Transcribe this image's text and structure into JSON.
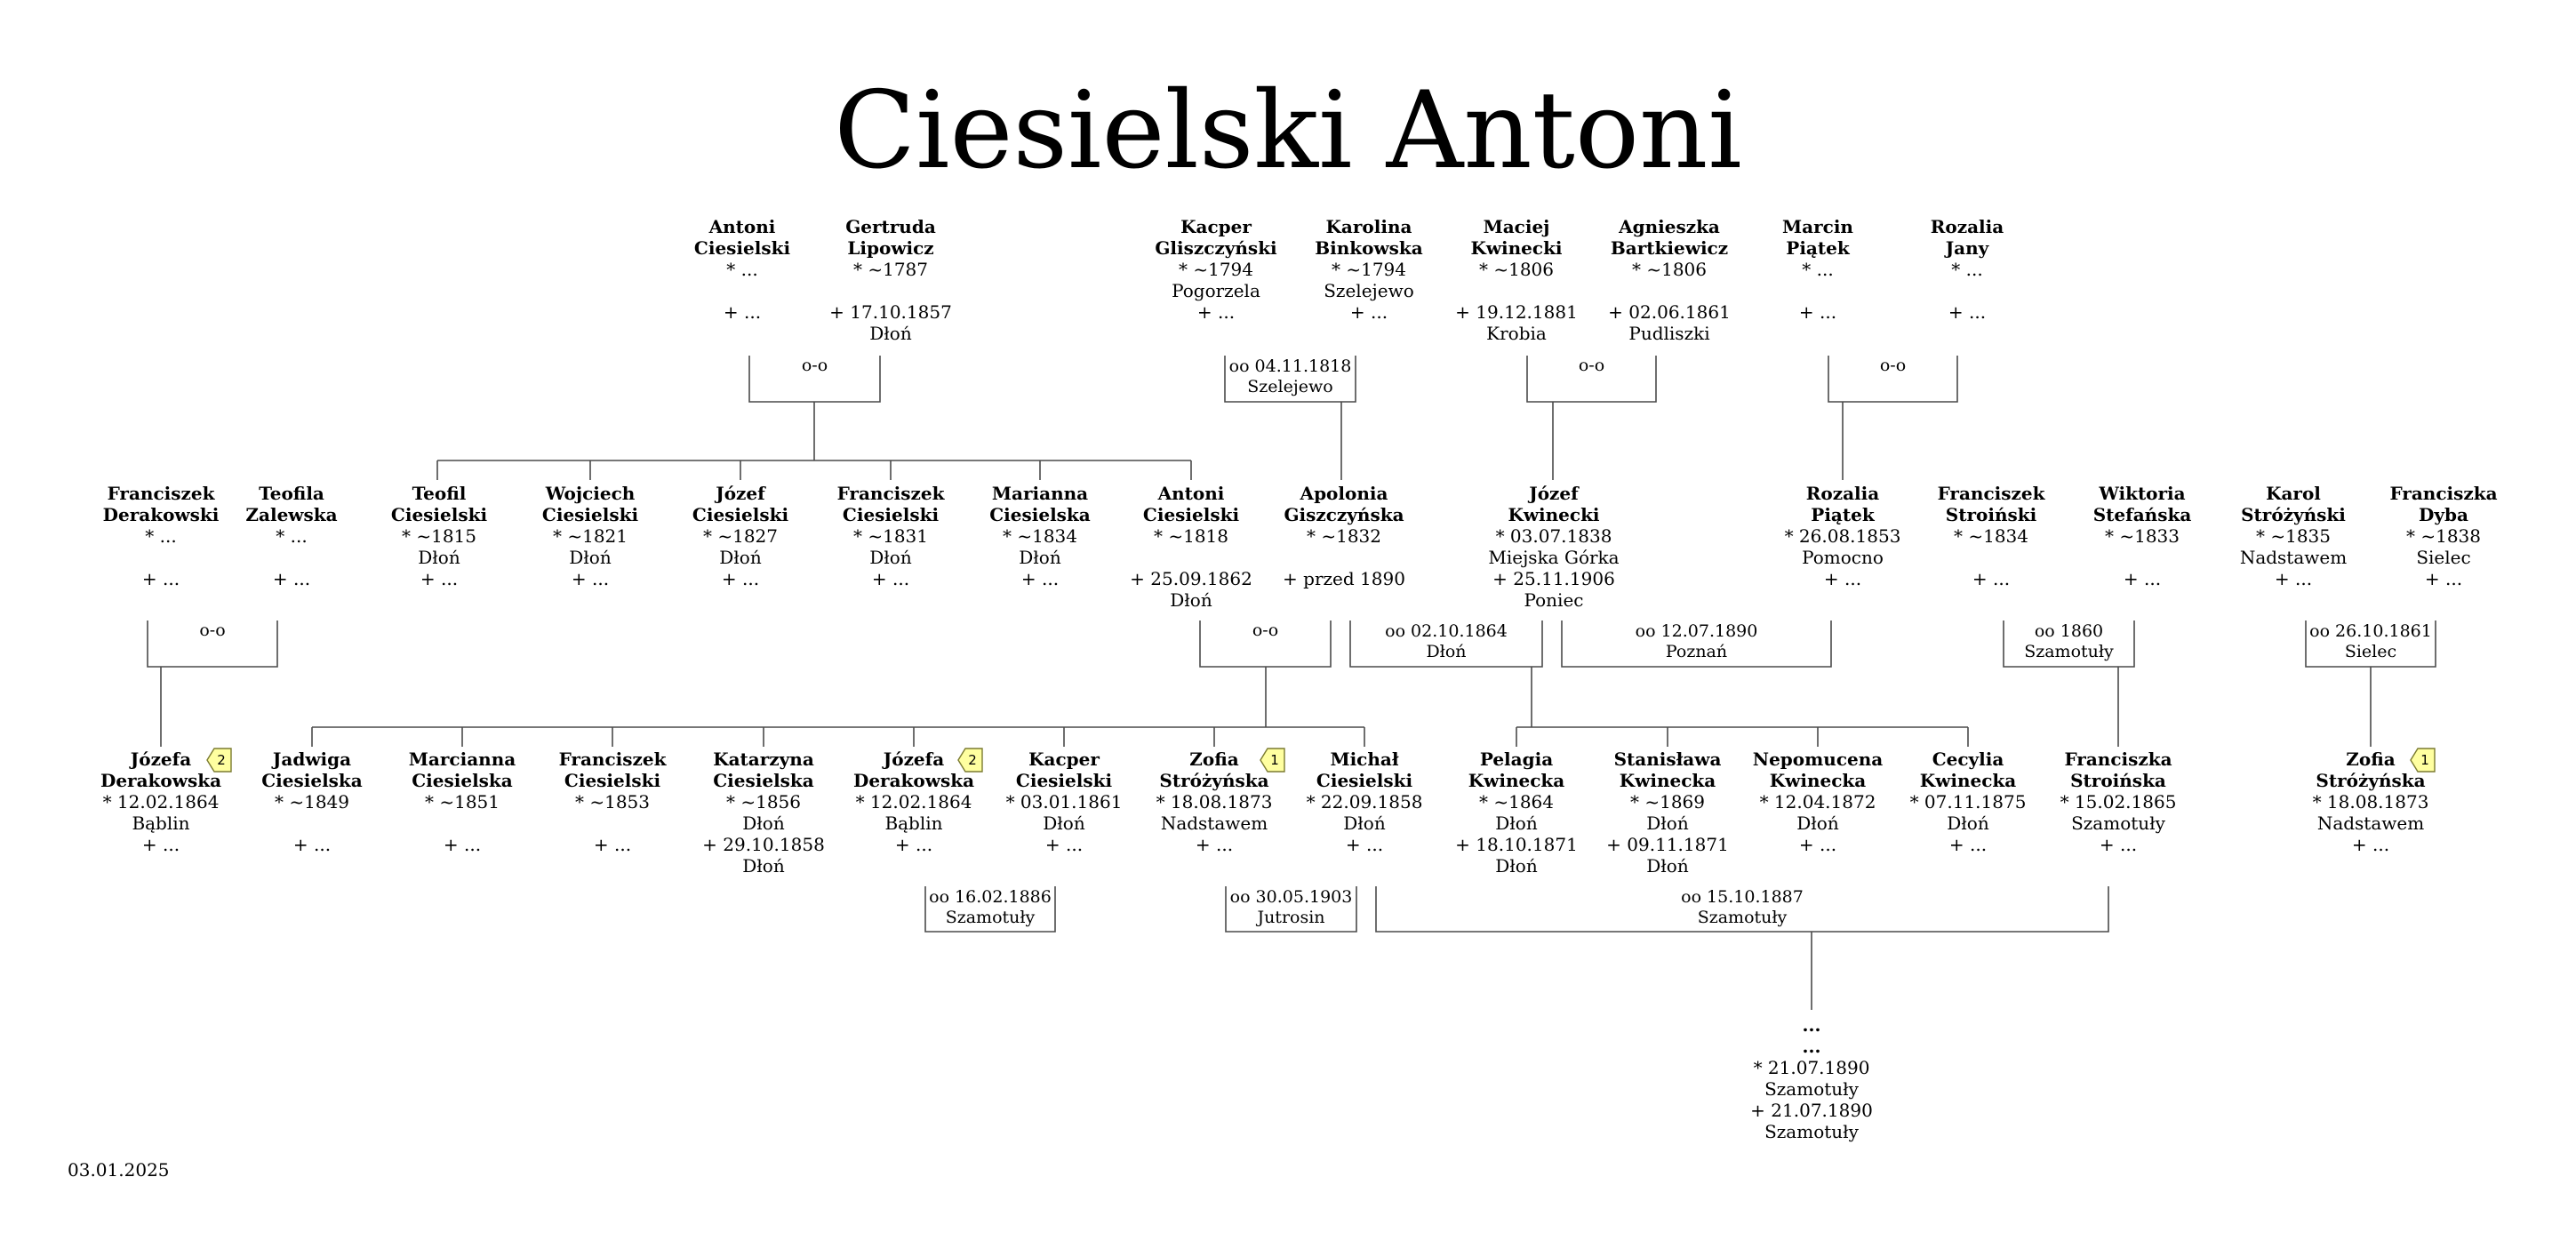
{
  "title": "Ciesielski Antoni",
  "date": "03.01.2025",
  "people": [
    {
      "id": "g1",
      "lines": [
        [
          "Antoni",
          1
        ],
        [
          "Ciesielski",
          1
        ],
        [
          "* ...",
          0
        ],
        [
          "",
          0
        ],
        [
          "+ ...",
          0
        ]
      ]
    },
    {
      "id": "g2",
      "lines": [
        [
          "Gertruda",
          1
        ],
        [
          "Lipowicz",
          1
        ],
        [
          "* ~1787",
          0
        ],
        [
          "",
          0
        ],
        [
          "+ 17.10.1857",
          0
        ],
        [
          "Dłoń",
          0
        ]
      ]
    },
    {
      "id": "g3",
      "lines": [
        [
          "Kacper",
          1
        ],
        [
          "Gliszczyński",
          1
        ],
        [
          "* ~1794",
          0
        ],
        [
          "Pogorzela",
          0
        ],
        [
          "+ ...",
          0
        ]
      ]
    },
    {
      "id": "g4",
      "lines": [
        [
          "Karolina",
          1
        ],
        [
          "Binkowska",
          1
        ],
        [
          "* ~1794",
          0
        ],
        [
          "Szelejewo",
          0
        ],
        [
          "+ ...",
          0
        ]
      ]
    },
    {
      "id": "g5",
      "lines": [
        [
          "Maciej",
          1
        ],
        [
          "Kwinecki",
          1
        ],
        [
          "* ~1806",
          0
        ],
        [
          "",
          0
        ],
        [
          "+ 19.12.1881",
          0
        ],
        [
          "Krobia",
          0
        ]
      ]
    },
    {
      "id": "g6",
      "lines": [
        [
          "Agnieszka",
          1
        ],
        [
          "Bartkiewicz",
          1
        ],
        [
          "* ~1806",
          0
        ],
        [
          "",
          0
        ],
        [
          "+ 02.06.1861",
          0
        ],
        [
          "Pudliszki",
          0
        ]
      ]
    },
    {
      "id": "g7",
      "lines": [
        [
          "Marcin",
          1
        ],
        [
          "Piątek",
          1
        ],
        [
          "* ...",
          0
        ],
        [
          "",
          0
        ],
        [
          "+ ...",
          0
        ]
      ]
    },
    {
      "id": "g8",
      "lines": [
        [
          "Rozalia",
          1
        ],
        [
          "Jany",
          1
        ],
        [
          "* ...",
          0
        ],
        [
          "",
          0
        ],
        [
          "+ ...",
          0
        ]
      ]
    },
    {
      "id": "p1",
      "lines": [
        [
          "Franciszek",
          1
        ],
        [
          "Derakowski",
          1
        ],
        [
          "* ...",
          0
        ],
        [
          "",
          0
        ],
        [
          "+ ...",
          0
        ]
      ]
    },
    {
      "id": "p2",
      "lines": [
        [
          "Teofila",
          1
        ],
        [
          "Zalewska",
          1
        ],
        [
          "* ...",
          0
        ],
        [
          "",
          0
        ],
        [
          "+ ...",
          0
        ]
      ]
    },
    {
      "id": "p3",
      "lines": [
        [
          "Teofil",
          1
        ],
        [
          "Ciesielski",
          1
        ],
        [
          "* ~1815",
          0
        ],
        [
          "Dłoń",
          0
        ],
        [
          "+ ...",
          0
        ]
      ]
    },
    {
      "id": "p4",
      "lines": [
        [
          "Wojciech",
          1
        ],
        [
          "Ciesielski",
          1
        ],
        [
          "* ~1821",
          0
        ],
        [
          "Dłoń",
          0
        ],
        [
          "+ ...",
          0
        ]
      ]
    },
    {
      "id": "p5",
      "lines": [
        [
          "Józef",
          1
        ],
        [
          "Ciesielski",
          1
        ],
        [
          "* ~1827",
          0
        ],
        [
          "Dłoń",
          0
        ],
        [
          "+ ...",
          0
        ]
      ]
    },
    {
      "id": "p6",
      "lines": [
        [
          "Franciszek",
          1
        ],
        [
          "Ciesielski",
          1
        ],
        [
          "* ~1831",
          0
        ],
        [
          "Dłoń",
          0
        ],
        [
          "+ ...",
          0
        ]
      ]
    },
    {
      "id": "p7",
      "lines": [
        [
          "Marianna",
          1
        ],
        [
          "Ciesielska",
          1
        ],
        [
          "* ~1834",
          0
        ],
        [
          "Dłoń",
          0
        ],
        [
          "+ ...",
          0
        ]
      ]
    },
    {
      "id": "p8",
      "lines": [
        [
          "Antoni",
          1
        ],
        [
          "Ciesielski",
          1
        ],
        [
          "* ~1818",
          0
        ],
        [
          "",
          0
        ],
        [
          "+ 25.09.1862",
          0
        ],
        [
          "Dłoń",
          0
        ]
      ]
    },
    {
      "id": "p9",
      "lines": [
        [
          "Apolonia",
          1
        ],
        [
          "Giszczyńska",
          1
        ],
        [
          "* ~1832",
          0
        ],
        [
          "",
          0
        ],
        [
          "+ przed 1890",
          0
        ]
      ]
    },
    {
      "id": "p10",
      "lines": [
        [
          "Józef",
          1
        ],
        [
          "Kwinecki",
          1
        ],
        [
          "* 03.07.1838",
          0
        ],
        [
          "Miejska Górka",
          0
        ],
        [
          "+ 25.11.1906",
          0
        ],
        [
          "Poniec",
          0
        ]
      ]
    },
    {
      "id": "p11",
      "lines": [
        [
          "Rozalia",
          1
        ],
        [
          "Piątek",
          1
        ],
        [
          "* 26.08.1853",
          0
        ],
        [
          "Pomocno",
          0
        ],
        [
          "+ ...",
          0
        ]
      ]
    },
    {
      "id": "p12",
      "lines": [
        [
          "Franciszek",
          1
        ],
        [
          "Stroiński",
          1
        ],
        [
          "* ~1834",
          0
        ],
        [
          "",
          0
        ],
        [
          "+ ...",
          0
        ]
      ]
    },
    {
      "id": "p13",
      "lines": [
        [
          "Wiktoria",
          1
        ],
        [
          "Stefańska",
          1
        ],
        [
          "* ~1833",
          0
        ],
        [
          "",
          0
        ],
        [
          "+ ...",
          0
        ]
      ]
    },
    {
      "id": "p14",
      "lines": [
        [
          "Karol",
          1
        ],
        [
          "Stróżyński",
          1
        ],
        [
          "* ~1835",
          0
        ],
        [
          "Nadstawem",
          0
        ],
        [
          "+ ...",
          0
        ]
      ]
    },
    {
      "id": "p15",
      "lines": [
        [
          "Franciszka",
          1
        ],
        [
          "Dyba",
          1
        ],
        [
          "* ~1838",
          0
        ],
        [
          "Sielec",
          0
        ],
        [
          "+ ...",
          0
        ]
      ]
    },
    {
      "id": "c1",
      "lines": [
        [
          "Józefa",
          1
        ],
        [
          "Derakowska",
          1
        ],
        [
          "* 12.02.1864",
          0
        ],
        [
          "Bąblin",
          0
        ],
        [
          "+ ...",
          0
        ]
      ],
      "badge": "2"
    },
    {
      "id": "c2",
      "lines": [
        [
          "Jadwiga",
          1
        ],
        [
          "Ciesielska",
          1
        ],
        [
          "* ~1849",
          0
        ],
        [
          "",
          0
        ],
        [
          "+ ...",
          0
        ]
      ]
    },
    {
      "id": "c3",
      "lines": [
        [
          "Marcianna",
          1
        ],
        [
          "Ciesielska",
          1
        ],
        [
          "* ~1851",
          0
        ],
        [
          "",
          0
        ],
        [
          "+ ...",
          0
        ]
      ]
    },
    {
      "id": "c4",
      "lines": [
        [
          "Franciszek",
          1
        ],
        [
          "Ciesielski",
          1
        ],
        [
          "* ~1853",
          0
        ],
        [
          "",
          0
        ],
        [
          "+ ...",
          0
        ]
      ]
    },
    {
      "id": "c5",
      "lines": [
        [
          "Katarzyna",
          1
        ],
        [
          "Ciesielska",
          1
        ],
        [
          "* ~1856",
          0
        ],
        [
          "Dłoń",
          0
        ],
        [
          "+ 29.10.1858",
          0
        ],
        [
          "Dłoń",
          0
        ]
      ]
    },
    {
      "id": "c6",
      "lines": [
        [
          "Józefa",
          1
        ],
        [
          "Derakowska",
          1
        ],
        [
          "* 12.02.1864",
          0
        ],
        [
          "Bąblin",
          0
        ],
        [
          "+ ...",
          0
        ]
      ],
      "badge": "2"
    },
    {
      "id": "c7",
      "lines": [
        [
          "Kacper",
          1
        ],
        [
          "Ciesielski",
          1
        ],
        [
          "* 03.01.1861",
          0
        ],
        [
          "Dłoń",
          0
        ],
        [
          "+ ...",
          0
        ]
      ]
    },
    {
      "id": "c8",
      "lines": [
        [
          "Zofia",
          1
        ],
        [
          "Stróżyńska",
          1
        ],
        [
          "* 18.08.1873",
          0
        ],
        [
          "Nadstawem",
          0
        ],
        [
          "+ ...",
          0
        ]
      ],
      "badge": "1"
    },
    {
      "id": "c9",
      "lines": [
        [
          "Michał",
          1
        ],
        [
          "Ciesielski",
          1
        ],
        [
          "* 22.09.1858",
          0
        ],
        [
          "Dłoń",
          0
        ],
        [
          "+ ...",
          0
        ]
      ]
    },
    {
      "id": "c10",
      "lines": [
        [
          "Pelagia",
          1
        ],
        [
          "Kwinecka",
          1
        ],
        [
          "* ~1864",
          0
        ],
        [
          "Dłoń",
          0
        ],
        [
          "+ 18.10.1871",
          0
        ],
        [
          "Dłoń",
          0
        ]
      ]
    },
    {
      "id": "c11",
      "lines": [
        [
          "Stanisława",
          1
        ],
        [
          "Kwinecka",
          1
        ],
        [
          "* ~1869",
          0
        ],
        [
          "Dłoń",
          0
        ],
        [
          "+ 09.11.1871",
          0
        ],
        [
          "Dłoń",
          0
        ]
      ]
    },
    {
      "id": "c12",
      "lines": [
        [
          "Nepomucena",
          1
        ],
        [
          "Kwinecka",
          1
        ],
        [
          "* 12.04.1872",
          0
        ],
        [
          "Dłoń",
          0
        ],
        [
          "+ ...",
          0
        ]
      ]
    },
    {
      "id": "c13",
      "lines": [
        [
          "Cecylia",
          1
        ],
        [
          "Kwinecka",
          1
        ],
        [
          "* 07.11.1875",
          0
        ],
        [
          "Dłoń",
          0
        ],
        [
          "+ ...",
          0
        ]
      ]
    },
    {
      "id": "c14",
      "lines": [
        [
          "Franciszka",
          1
        ],
        [
          "Stroińska",
          1
        ],
        [
          "* 15.02.1865",
          0
        ],
        [
          "Szamotuły",
          0
        ],
        [
          "+ ...",
          0
        ]
      ]
    },
    {
      "id": "c15",
      "lines": [
        [
          "Zofia",
          1
        ],
        [
          "Stróżyńska",
          1
        ],
        [
          "* 18.08.1873",
          0
        ],
        [
          "Nadstawem",
          0
        ],
        [
          "+ ...",
          0
        ]
      ],
      "badge": "1"
    },
    {
      "id": "d1",
      "lines": [
        [
          "...",
          1
        ],
        [
          "...",
          1
        ],
        [
          "* 21.07.1890",
          0
        ],
        [
          "Szamotuły",
          0
        ],
        [
          "+ 21.07.1890",
          0
        ],
        [
          "Szamotuły",
          0
        ]
      ]
    }
  ],
  "marriages": [
    {
      "id": "m1",
      "lines": [
        "o-o"
      ]
    },
    {
      "id": "m2",
      "lines": [
        "oo 04.11.1818",
        "Szelejewo"
      ]
    },
    {
      "id": "m3",
      "lines": [
        "o-o"
      ]
    },
    {
      "id": "m4",
      "lines": [
        "o-o"
      ]
    },
    {
      "id": "m5",
      "lines": [
        "o-o"
      ]
    },
    {
      "id": "m6",
      "lines": [
        "o-o"
      ]
    },
    {
      "id": "m7",
      "lines": [
        "oo 02.10.1864",
        "Dłoń"
      ]
    },
    {
      "id": "m8",
      "lines": [
        "oo 12.07.1890",
        "Poznań"
      ]
    },
    {
      "id": "m9",
      "lines": [
        "oo 1860",
        "Szamotuły"
      ]
    },
    {
      "id": "m10",
      "lines": [
        "oo 26.10.1861",
        "Sielec"
      ]
    },
    {
      "id": "m11",
      "lines": [
        "oo 16.02.1886",
        "Szamotuły"
      ]
    },
    {
      "id": "m12",
      "lines": [
        "oo 30.05.1903",
        "Jutrosin"
      ]
    },
    {
      "id": "m13",
      "lines": [
        "oo 15.10.1887",
        "Szamotuły"
      ]
    }
  ]
}
